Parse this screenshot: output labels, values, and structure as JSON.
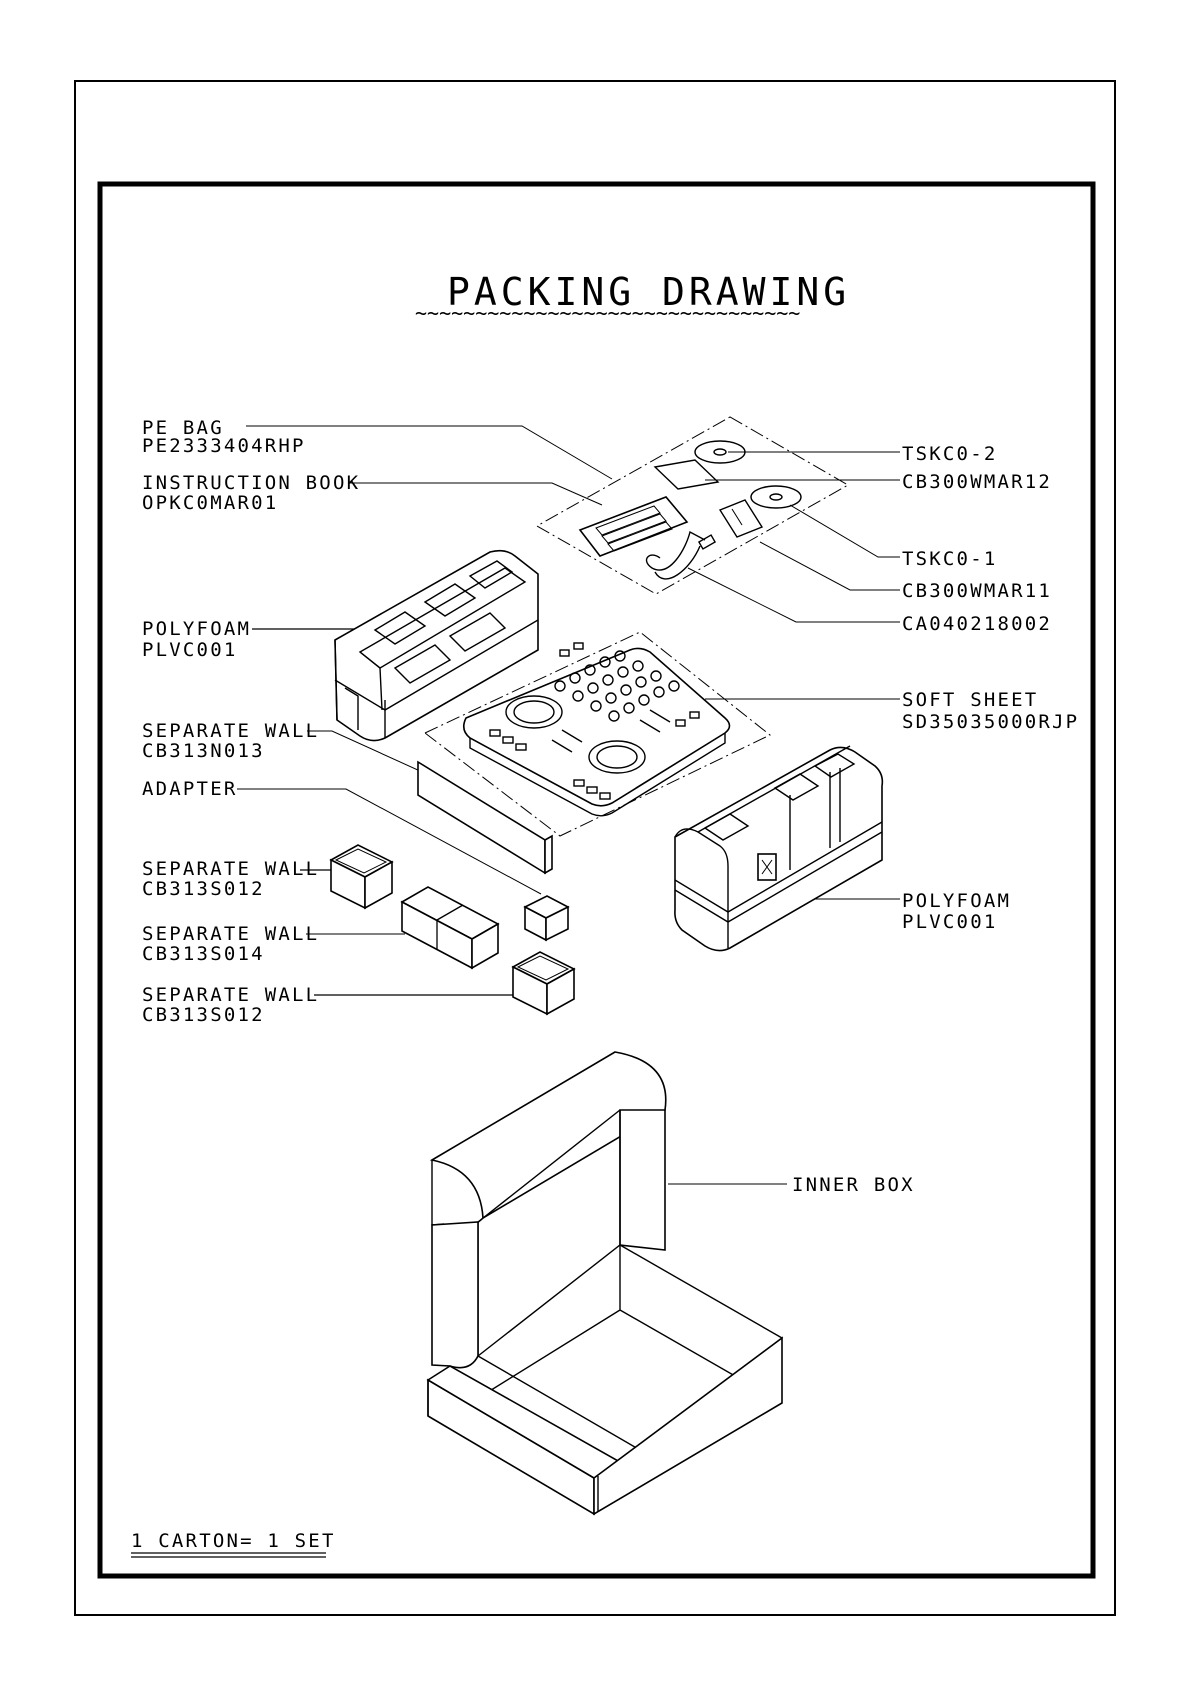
{
  "drawing": {
    "title": "PACKING DRAWING",
    "title_underline": "~~~~~~~~~~~~~~~~~~~~~~~~~~~~~~~~",
    "footer": "1 CARTON= 1 SET"
  },
  "callouts_left": [
    {
      "name": "PE BAG",
      "code": "PE2333404RHP"
    },
    {
      "name": "INSTRUCTION BOOK",
      "code": "OPKC0MAR01"
    },
    {
      "name": "POLYFOAM",
      "code": "PLVC001"
    },
    {
      "name": "SEPARATE WALL",
      "code": "CB313N013"
    },
    {
      "name": "ADAPTER",
      "code": ""
    },
    {
      "name": "SEPARATE WALL",
      "code": "CB313S012"
    },
    {
      "name": "SEPARATE WALL",
      "code": "CB313S014"
    },
    {
      "name": "SEPARATE WALL",
      "code": "CB313S012"
    }
  ],
  "callouts_right": [
    {
      "name": "TSKC0-2",
      "code": ""
    },
    {
      "name": "CB300WMAR12",
      "code": ""
    },
    {
      "name": "TSKC0-1",
      "code": ""
    },
    {
      "name": "CB300WMAR11",
      "code": ""
    },
    {
      "name": "CA040218002",
      "code": ""
    },
    {
      "name": "SOFT SHEET",
      "code": "SD35035000RJP"
    },
    {
      "name": "POLYFOAM",
      "code": "PLVC001"
    },
    {
      "name": "INNER BOX",
      "code": ""
    }
  ]
}
